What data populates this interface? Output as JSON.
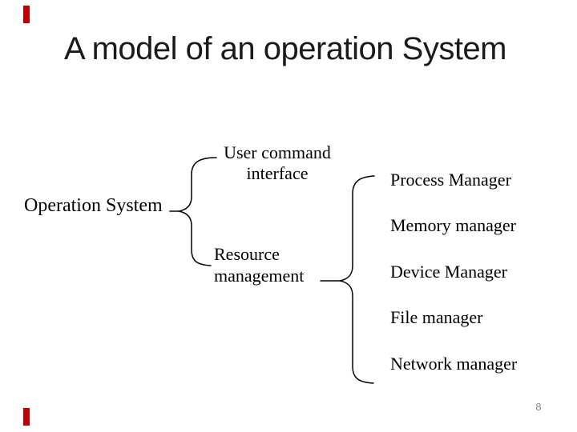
{
  "slide": {
    "title": "A model of an operation System",
    "page_number": "8",
    "background_color": "#ffffff",
    "title_color": "#1a1a1a",
    "text_color": "#000000",
    "page_number_color": "#898989",
    "accent_bar_color": "#c00000"
  },
  "diagram": {
    "root_label": "Operation System",
    "branches": [
      {
        "line1": "User command",
        "line2": "interface"
      },
      {
        "line1": "Resource",
        "line2": "management"
      }
    ],
    "managers": [
      "Process Manager",
      "Memory manager",
      "Device Manager",
      "File manager",
      "Network manager"
    ]
  }
}
